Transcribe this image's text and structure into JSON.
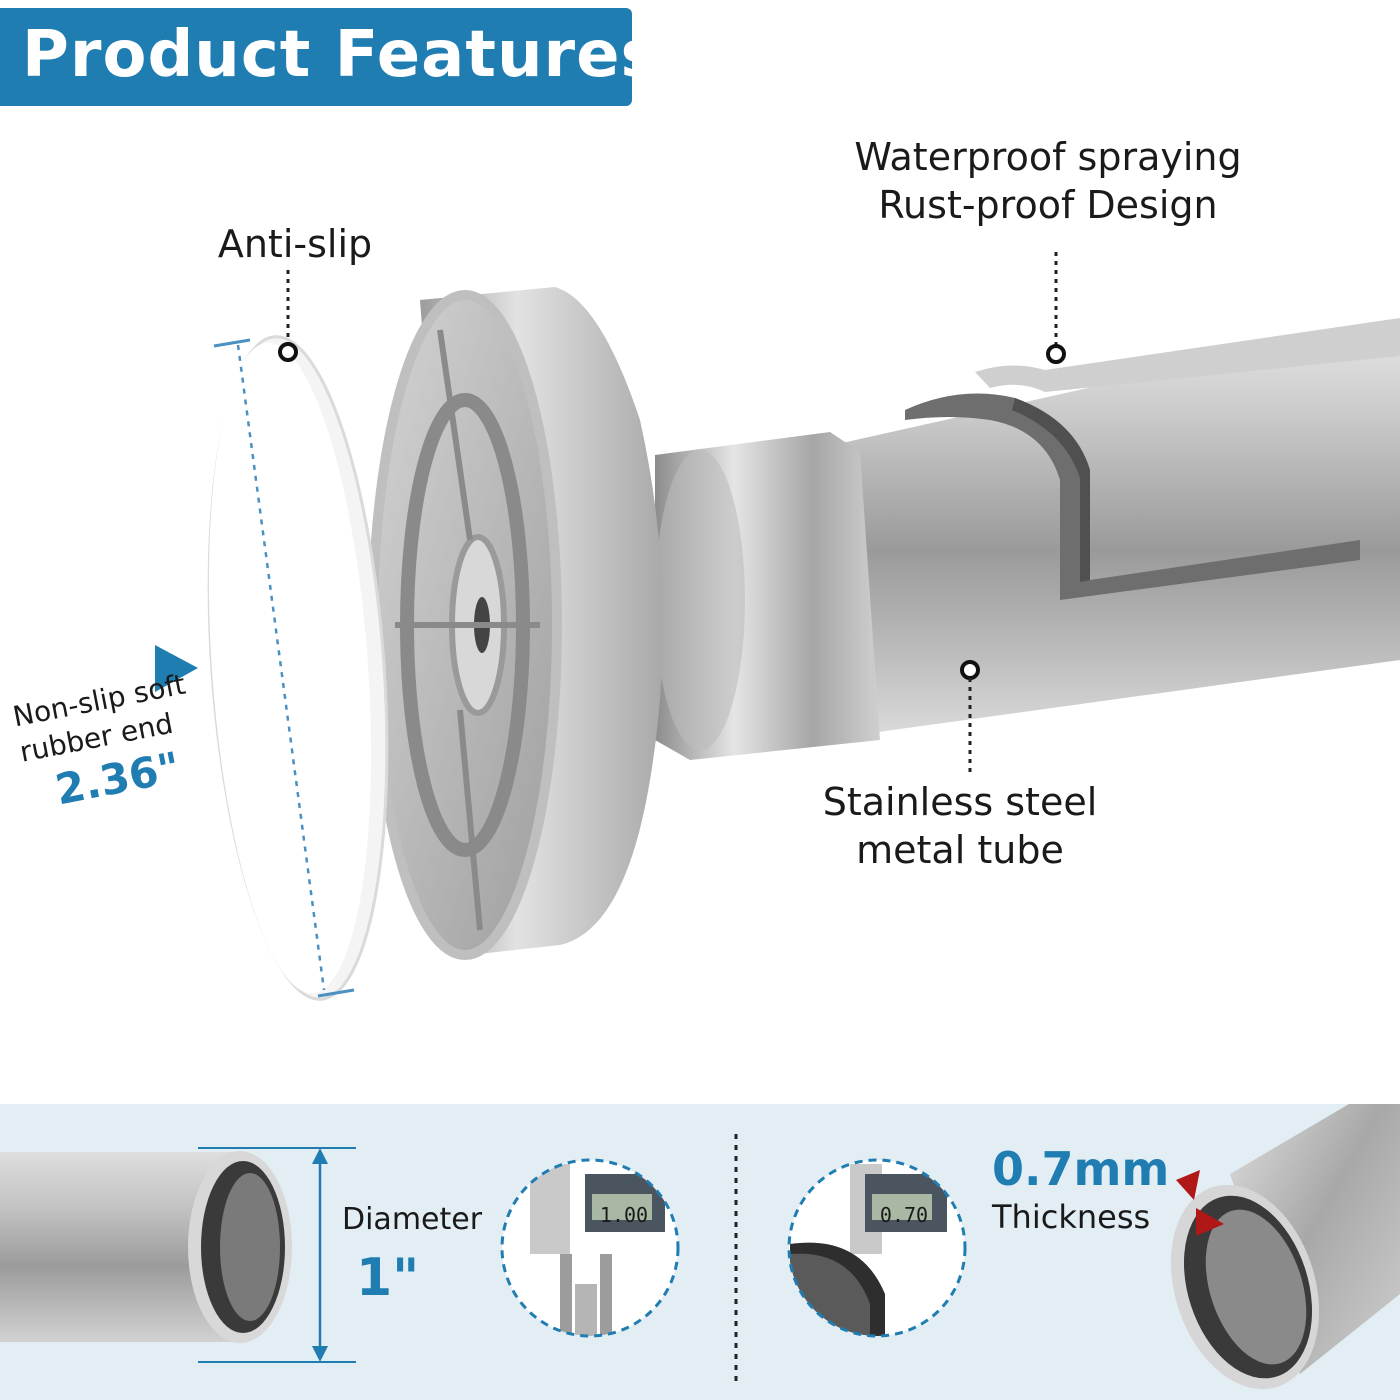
{
  "header": {
    "title": "Product Features"
  },
  "callouts": {
    "anti_slip": "Anti-slip",
    "waterproof_line1": "Waterproof spraying",
    "waterproof_line2": "Rust-proof Design",
    "stainless_line1": "Stainless steel",
    "stainless_line2": "metal tube",
    "rubber_line1": "Non-slip soft",
    "rubber_line2": "rubber end",
    "rubber_size": "2.36\""
  },
  "specs": {
    "diameter_label": "Diameter",
    "diameter_value": "1\"",
    "caliper1_reading": "1.00",
    "caliper2_reading": "0.70",
    "thickness_value": "0.7mm",
    "thickness_label": "Thickness"
  },
  "colors": {
    "accent_blue": "#1f7db2",
    "band": "#e3eef4",
    "steel": "#b9b9b9",
    "marker_red": "#b01818"
  },
  "icons": {
    "pointer": "blue-triangle-icon",
    "thickness_markers": "red-triangle-icon"
  }
}
